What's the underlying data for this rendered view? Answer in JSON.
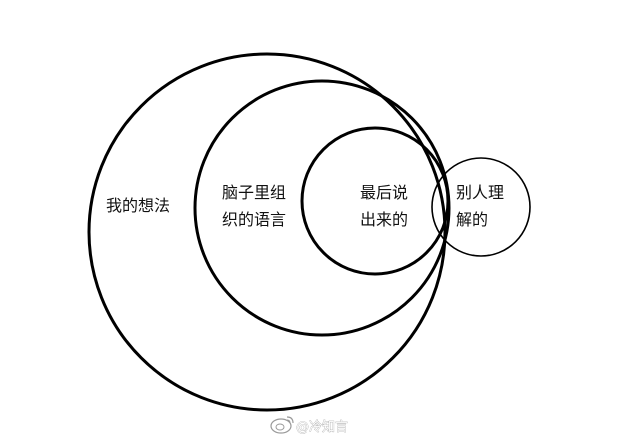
{
  "diagram": {
    "circles": [
      {
        "name": "my-thoughts",
        "lines": [
          "我的想法"
        ]
      },
      {
        "name": "organized-language",
        "lines": [
          "脑子里组",
          "织的语言"
        ]
      },
      {
        "name": "what-is-said",
        "lines": [
          "最后说",
          "出来的"
        ]
      },
      {
        "name": "what-others-understand",
        "lines": [
          "别人理",
          "解的"
        ]
      }
    ]
  },
  "watermark": {
    "icon": "weibo-logo-icon",
    "text": "@冷知言"
  },
  "colors": {
    "stroke": "#000000",
    "background": "#ffffff"
  }
}
